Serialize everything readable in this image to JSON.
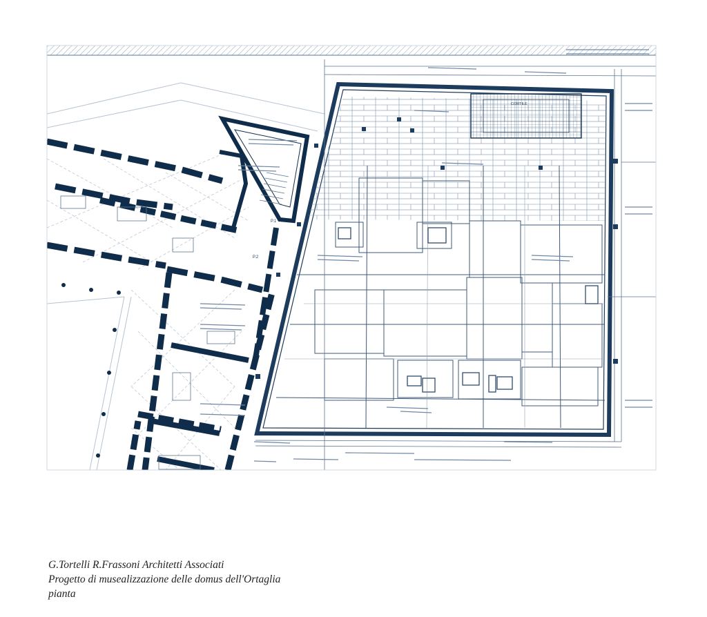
{
  "colors": {
    "ink": "#1d3b5c",
    "wall": "#0f2d4a",
    "line": "#5b7591",
    "grid": "#a9b8c9",
    "background": "#ffffff"
  },
  "caption": {
    "line1": "G.Tortelli R.Frassoni Architetti Associati",
    "line2": "Progetto di musealizzazione delle domus dell'Ortaglia",
    "line3": "pianta"
  },
  "labels": {
    "door_1": "P.1",
    "door_2": "P.2",
    "title_block": "CORTILE"
  }
}
